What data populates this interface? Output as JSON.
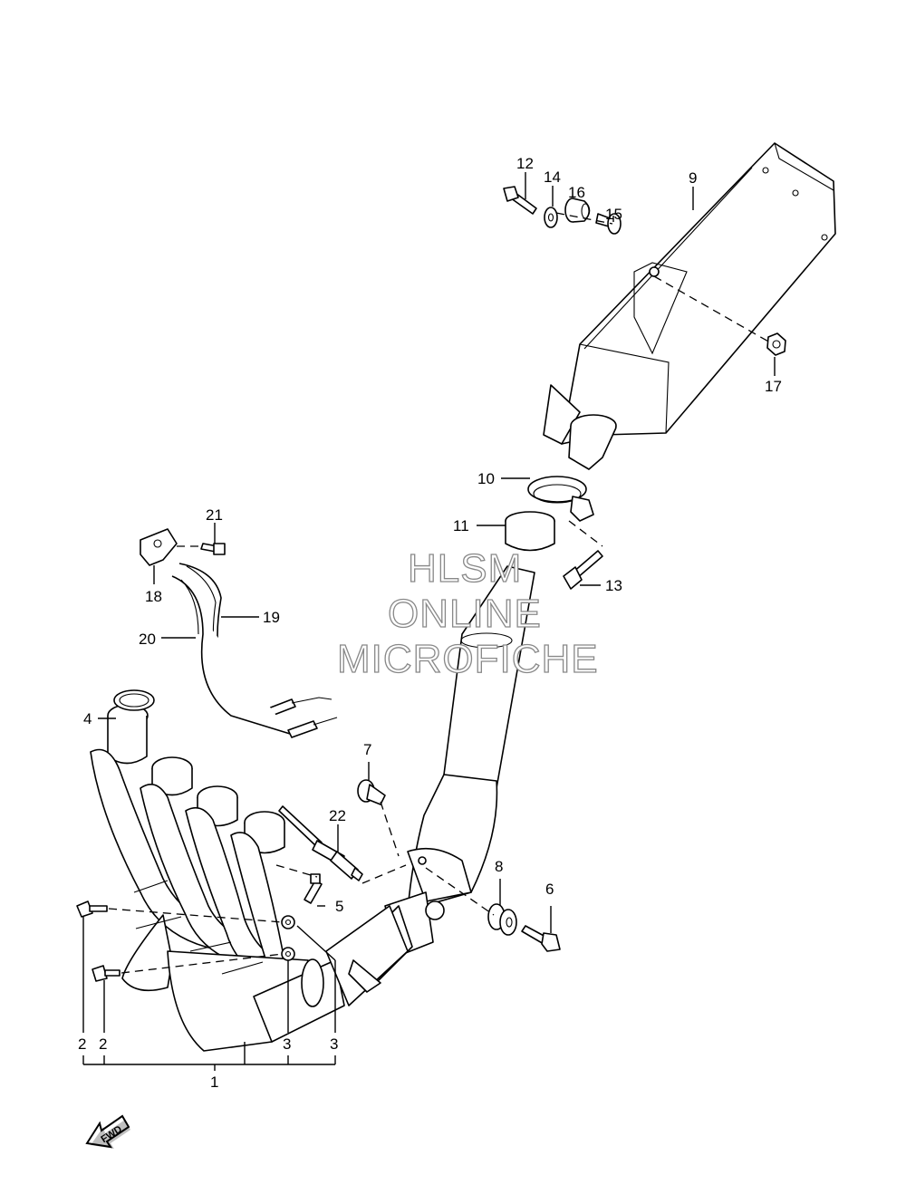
{
  "watermark": {
    "line1": "HLSM",
    "line2": "ONLINE",
    "line3": "MICROFICHE"
  },
  "fwd_label": "FWD",
  "callouts": {
    "c1": "1",
    "c2a": "2",
    "c2b": "2",
    "c3a": "3",
    "c3b": "3",
    "c4": "4",
    "c5": "5",
    "c6": "6",
    "c7": "7",
    "c8": "8",
    "c9": "9",
    "c10": "10",
    "c11": "11",
    "c12": "12",
    "c13": "13",
    "c14": "14",
    "c15": "15",
    "c16": "16",
    "c17": "17",
    "c18": "18",
    "c19": "19",
    "c20": "20",
    "c21": "21",
    "c22": "22"
  }
}
